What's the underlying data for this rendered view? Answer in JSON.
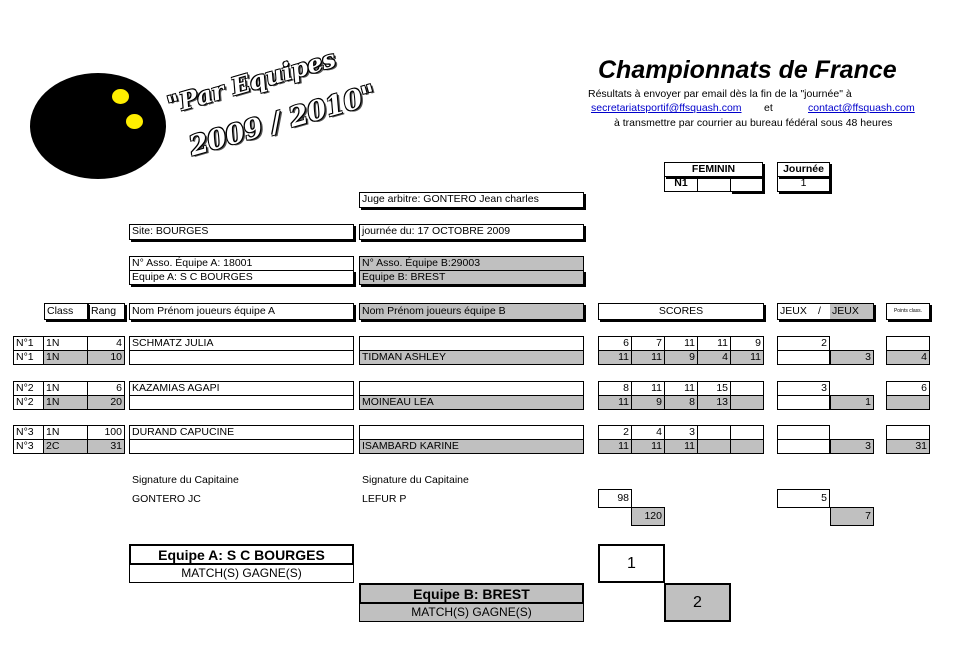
{
  "header": {
    "title": "Championnats de France",
    "line1": "Résultats à envoyer par email dès la fin de la \"journée\" à",
    "email1": "secretariatsportif@ffsquash.com",
    "and": "et",
    "email2": "contact@ffsquash.com",
    "line3": "à transmettre par courrier au bureau fédéral sous 48 heures"
  },
  "logo": {
    "line1": "\"Par Equipes",
    "line2": "2009 / 2010\"",
    "colors": {
      "ball": "#000000",
      "dots": "#ffee00"
    }
  },
  "category": {
    "label": "FEMININ",
    "division": "N1",
    "journee_label": "Journée",
    "journee_value": "1"
  },
  "info": {
    "juge": "Juge arbitre: GONTERO Jean charles",
    "site": "Site: BOURGES",
    "journee_date": "journée du: 17 OCTOBRE 2009",
    "asso_a": "N° Asso. Équipe A: 18001",
    "team_a": "Equipe A: S C BOURGES",
    "asso_b": "N° Asso. Équipe B:29003",
    "team_b": "Equipe B: BREST"
  },
  "headers": {
    "class": "Class",
    "rang": "Rang",
    "players_a": "Nom Prénom joueurs équipe A",
    "players_b": "Nom Prénom joueurs équipe B",
    "scores": "SCORES",
    "jeux1": "JEUX",
    "slash": "/",
    "jeux2": "JEUX",
    "points": "Points class."
  },
  "matches": [
    {
      "a": {
        "num": "N°1",
        "class": "1N",
        "rang": "4",
        "name": "SCHMATZ JULIA",
        "scores": [
          "6",
          "7",
          "11",
          "11",
          "9"
        ],
        "jeux": "2",
        "points": ""
      },
      "b": {
        "num": "N°1",
        "class": "1N",
        "rang": "10",
        "name": "TIDMAN ASHLEY",
        "scores": [
          "11",
          "11",
          "9",
          "4",
          "11"
        ],
        "jeux": "3",
        "points": "4"
      }
    },
    {
      "a": {
        "num": "N°2",
        "class": "1N",
        "rang": "6",
        "name": "KAZAMIAS AGAPI",
        "scores": [
          "8",
          "11",
          "11",
          "15",
          ""
        ],
        "jeux": "3",
        "points": "6"
      },
      "b": {
        "num": "N°2",
        "class": "1N",
        "rang": "20",
        "name": "MOINEAU LEA",
        "scores": [
          "11",
          "9",
          "8",
          "13",
          ""
        ],
        "jeux": "1",
        "points": ""
      }
    },
    {
      "a": {
        "num": "N°3",
        "class": "1N",
        "rang": "100",
        "name": "DURAND CAPUCINE",
        "scores": [
          "2",
          "4",
          "3",
          "",
          ""
        ],
        "jeux": "",
        "points": ""
      },
      "b": {
        "num": "N°3",
        "class": "2C",
        "rang": "31",
        "name": "ISAMBARD KARINE",
        "scores": [
          "11",
          "11",
          "11",
          "",
          ""
        ],
        "jeux": "3",
        "points": "31"
      }
    }
  ],
  "signatures": {
    "label_a": "Signature du Capitaine",
    "name_a": "GONTERO JC",
    "label_b": "Signature du Capitaine",
    "name_b": "LEFUR P"
  },
  "totals": {
    "points_a": "98",
    "points_b": "120",
    "jeux_a": "5",
    "jeux_b": "7"
  },
  "results": {
    "team_a": "Equipe A: S C BOURGES",
    "matches_a_label": "MATCH(S) GAGNE(S)",
    "matches_a_value": "1",
    "team_b": "Equipe B: BREST",
    "matches_b_label": "MATCH(S) GAGNE(S)",
    "matches_b_value": "2"
  }
}
